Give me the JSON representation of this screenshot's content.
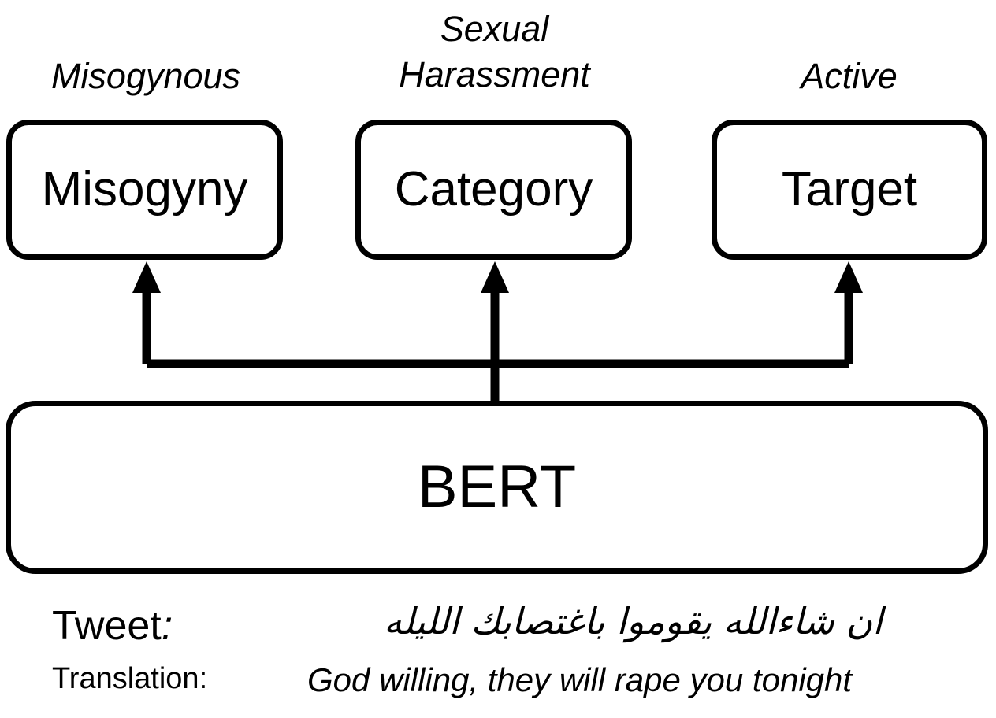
{
  "diagram": {
    "annotations": [
      {
        "id": "misogynous",
        "text": "Misogynous"
      },
      {
        "id": "category",
        "text": "Sexual\nHarassment"
      },
      {
        "id": "active",
        "text": "Active"
      }
    ],
    "heads": [
      {
        "id": "misogyny",
        "label": "Misogyny"
      },
      {
        "id": "category",
        "label": "Category"
      },
      {
        "id": "target",
        "label": "Target"
      }
    ],
    "encoder": {
      "label": "BERT"
    },
    "stroke_color": "#000000",
    "background_color": "#ffffff"
  },
  "example": {
    "tweet_label": "Tweet",
    "tweet_label_colon": ":",
    "tweet_text": "ان شاءالله يقوموا باغتصابك الليله",
    "translation_label": "Translation:",
    "translation_text": "God willing, they will rape you tonight"
  }
}
